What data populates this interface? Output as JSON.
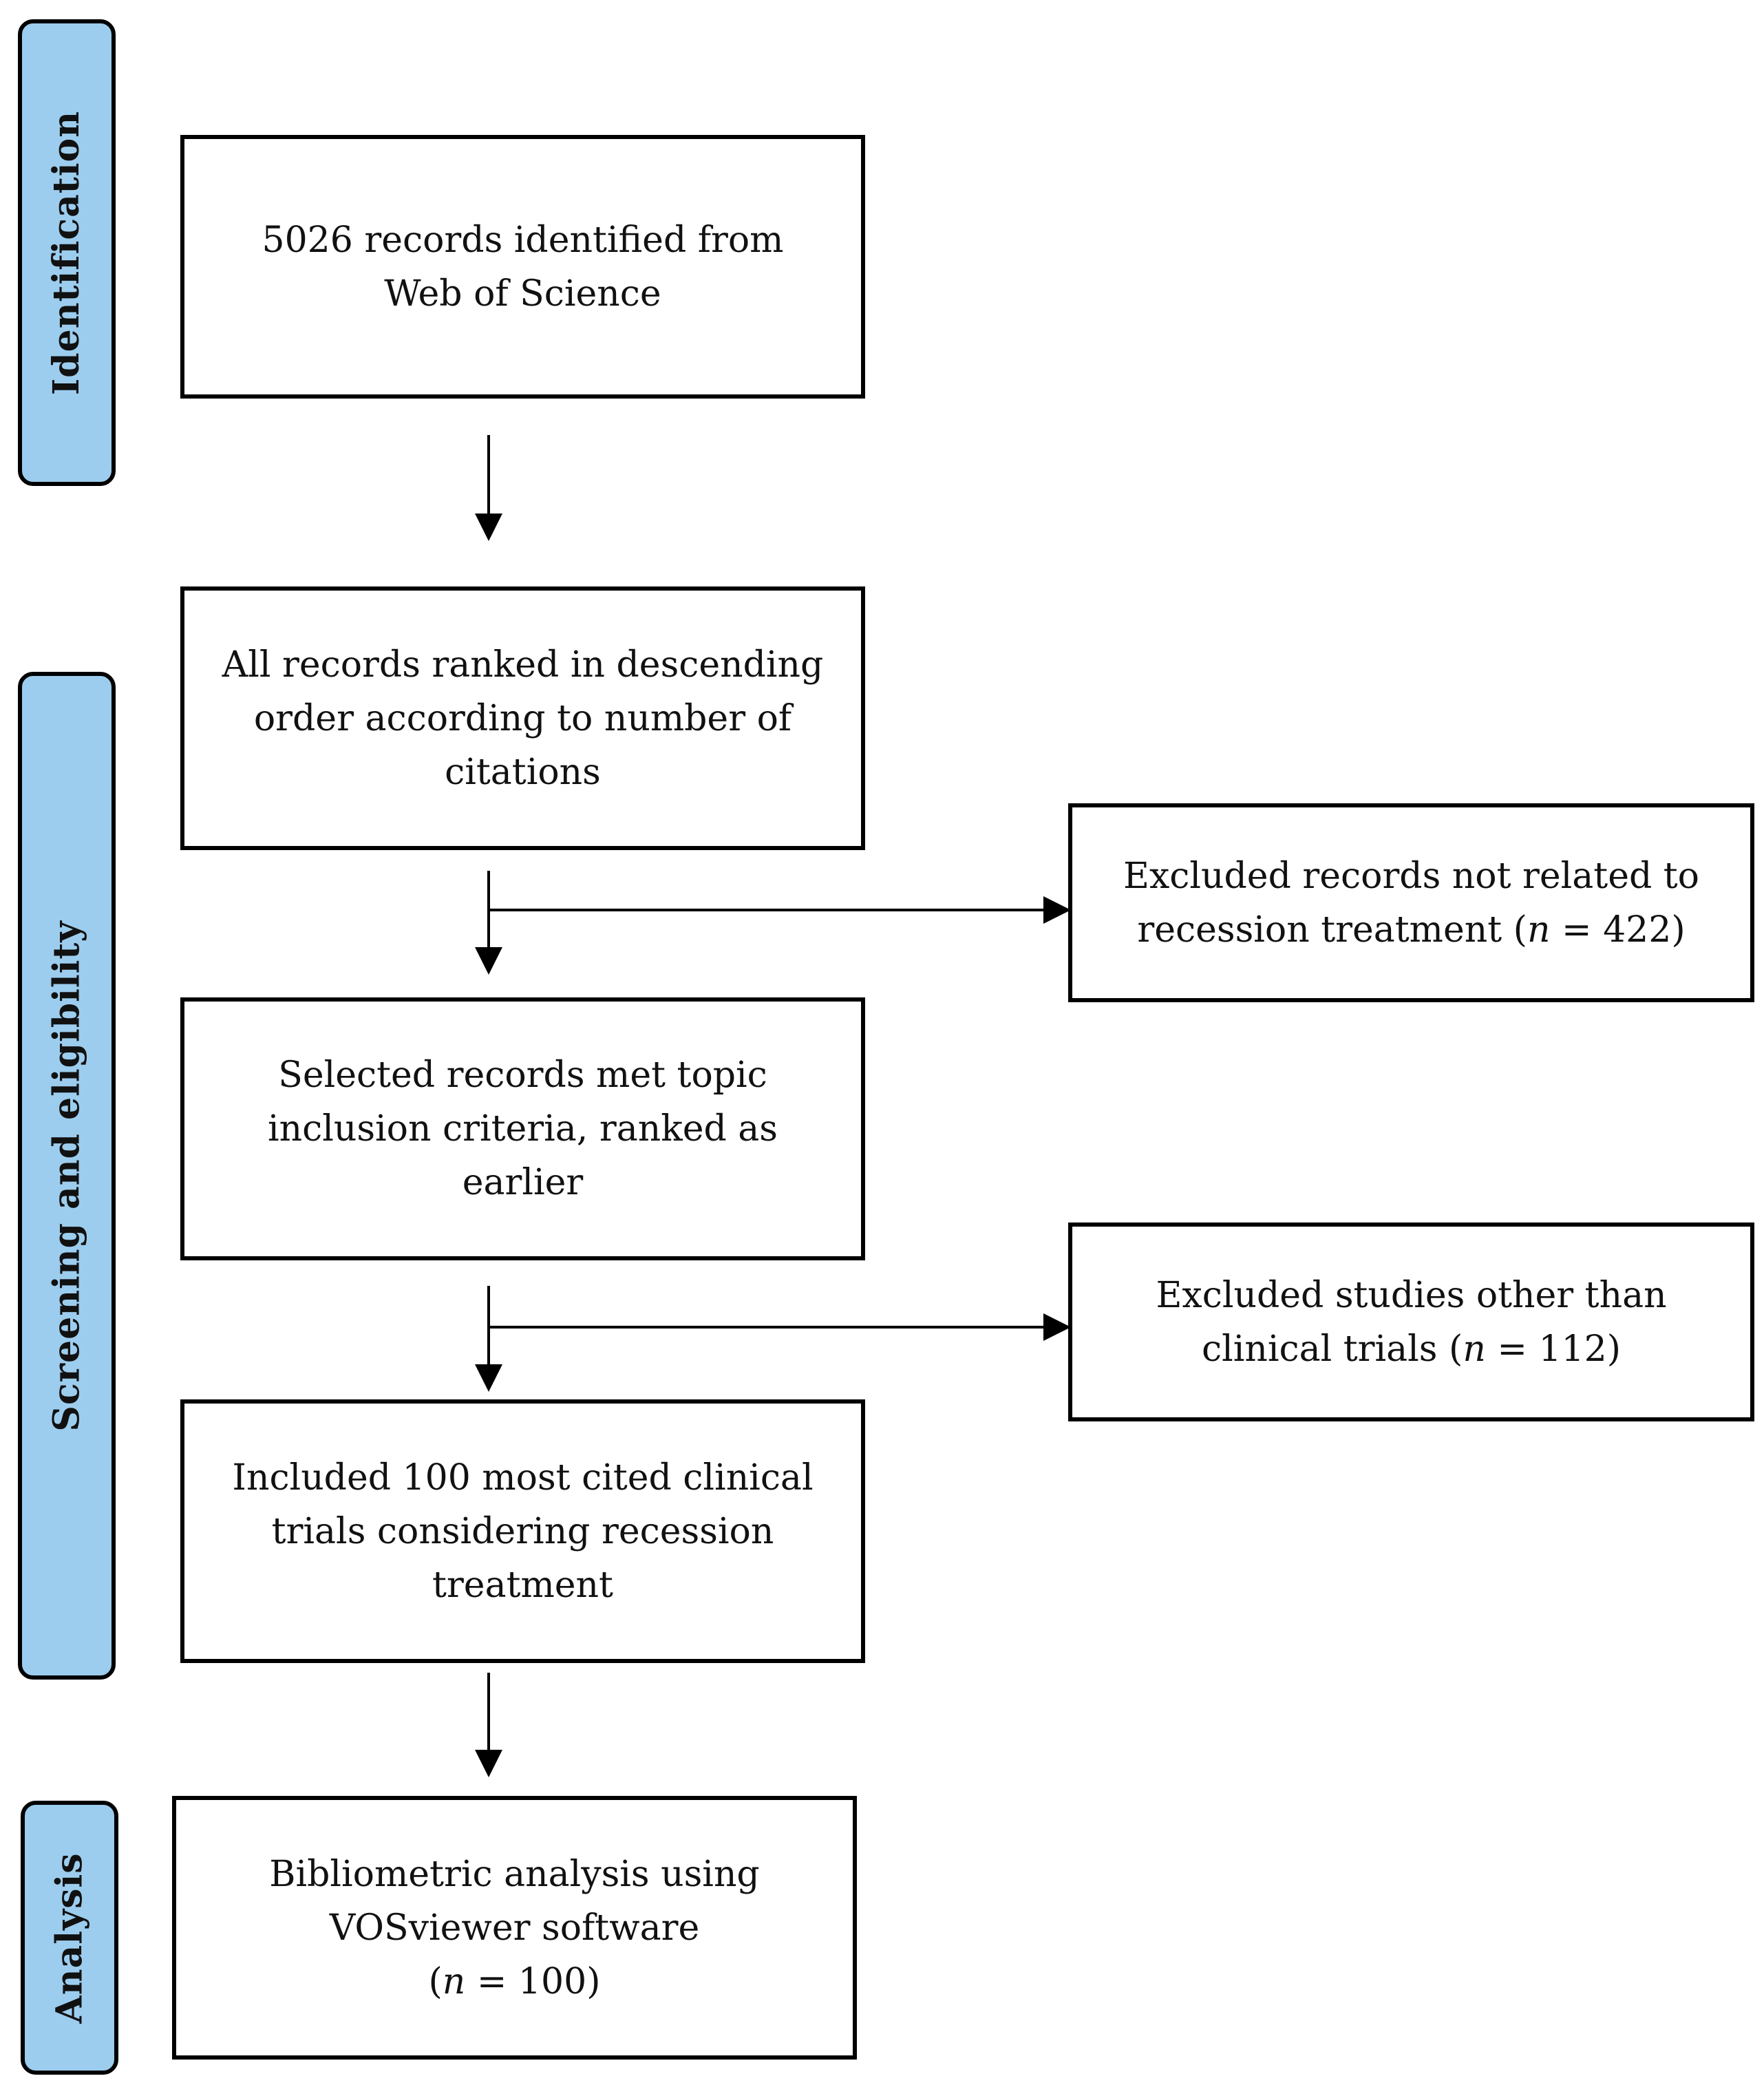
{
  "stages": {
    "identification": "Identification",
    "screening": "Screening and eligibility",
    "analysis": "Analysis"
  },
  "boxes": {
    "identified": "5026 records identified from Web of Science",
    "ranked": "All records ranked in descending order according to number of citations",
    "selected": "Selected records met topic inclusion criteria, ranked as earlier",
    "included": "Included 100 most cited clinical trials considering recession treatment",
    "analysis": {
      "text": "Bibliometric analysis using VOSviewer software",
      "n_symbol": "n",
      "n_value": "= 100"
    }
  },
  "exclusions": {
    "not_related": {
      "text": "Excluded records not related to recession treatment",
      "n_symbol": "n",
      "n_value": "= 422"
    },
    "non_clinical": {
      "text": "Excluded studies other than clinical trials",
      "n_symbol": "n",
      "n_value": "= 112"
    }
  },
  "colors": {
    "stage_fill": "#9ccdee",
    "stroke": "#000000"
  }
}
